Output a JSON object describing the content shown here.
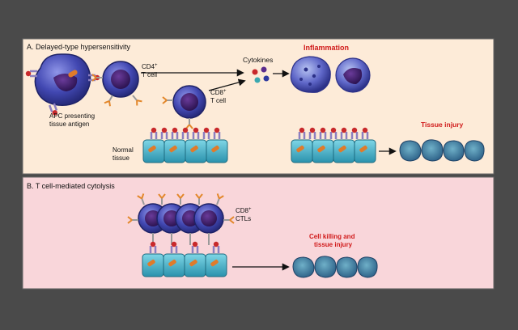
{
  "panels": [
    {
      "id": "A",
      "title": "A. Delayed-type hypersensitivity",
      "labels": {
        "apc": [
          "APC presenting",
          "tissue antigen"
        ],
        "cd4": [
          "CD4",
          "T cell"
        ],
        "cd4_sup": "+",
        "cd8": [
          "CD8",
          "T cell"
        ],
        "cd8_sup": "+",
        "cytokines": "Cytokines",
        "inflammation": "Inflammation",
        "normal_tissue": [
          "Normal",
          "tissue"
        ],
        "tissue_injury": "Tissue injury"
      }
    },
    {
      "id": "B",
      "title": "B. T cell-mediated cytolysis",
      "labels": {
        "ctls": [
          "CD8",
          "CTLs"
        ],
        "ctls_sup": "+",
        "killing": [
          "Cell killing and",
          "tissue injury"
        ]
      }
    }
  ],
  "colors": {
    "background": "#4a4a4a",
    "panel_a_fill": "#fdebd8",
    "panel_b_fill": "#f9d6da",
    "tcell": "#3a3fa6",
    "epithelium": "#3ab0c8",
    "emphasis_text": "#d01a1a"
  }
}
